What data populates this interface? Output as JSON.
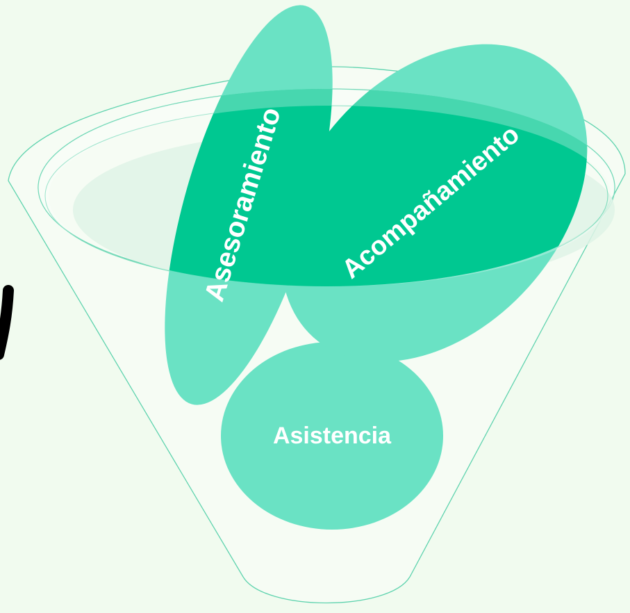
{
  "diagram": {
    "type": "funnel",
    "labels": {
      "advice": "Asesoramiento",
      "accompaniment": "Acompañamiento",
      "assistance": "Asistencia"
    },
    "colors": {
      "background": "#f1fbef",
      "funnel_outline": "#5fd3ae",
      "funnel_fill": "#ffffff",
      "funnel_inner_ring": "#e9f6ee",
      "funnel_rim_band": "#dff3e6",
      "primary_green": "#00c891",
      "light_green": "#6ae2c4",
      "label_text": "#ffffff",
      "accent_curve": "#000000"
    }
  }
}
